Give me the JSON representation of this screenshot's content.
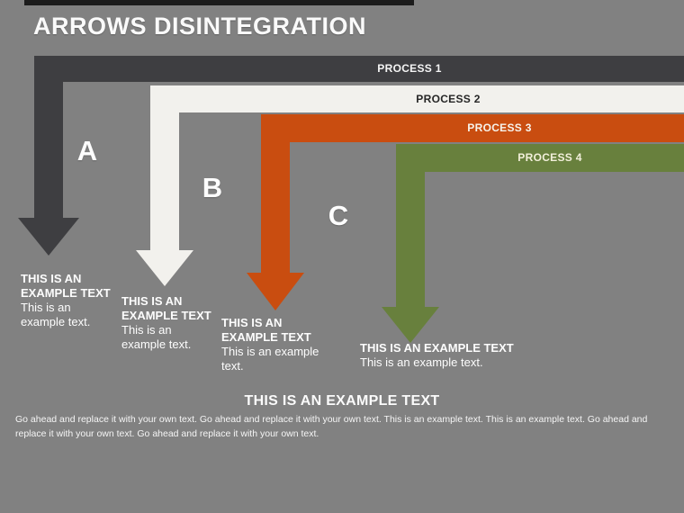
{
  "title": "ARROWS DISINTEGRATION",
  "colors": {
    "background": "#818181",
    "top_accent_bar": "#1c1c1c",
    "title_text": "#fafafa",
    "body_text": "#fdfdfd"
  },
  "processes": [
    {
      "label": "PROCESS 1",
      "letter": "A",
      "color": "#3e3e41",
      "label_color": "#f5f5f5"
    },
    {
      "label": "PROCESS 2",
      "letter": "B",
      "color": "#f2f1ed",
      "label_color": "#262626"
    },
    {
      "label": "PROCESS 3",
      "letter": "C",
      "color": "#c94d10",
      "label_color": "#f7f3ec"
    },
    {
      "label": "PROCESS 4",
      "letter": "",
      "color": "#68803d",
      "label_color": "#f2efda"
    }
  ],
  "example_blocks": [
    {
      "bold": "THIS IS AN EXAMPLE TEXT",
      "regular": "This is an example text."
    },
    {
      "bold": "THIS IS AN EXAMPLE TEXT",
      "regular": "This is an example text."
    },
    {
      "bold": "THIS IS AN EXAMPLE TEXT",
      "regular": "This is an example text."
    },
    {
      "bold": "THIS IS AN EXAMPLE TEXT",
      "regular": "This is an example text."
    }
  ],
  "footer": {
    "heading": "THIS IS AN EXAMPLE TEXT",
    "paragraph": "Go ahead and replace it with your own text. Go ahead and replace it with your own text. This is an example text. This is an example text. Go ahead and replace it with your own text. Go ahead and replace it with your own text."
  }
}
